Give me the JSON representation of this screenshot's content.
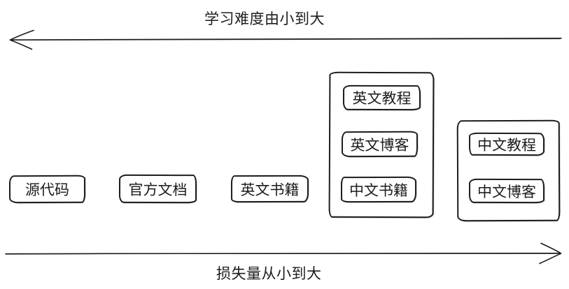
{
  "diagram": {
    "background_color": "#ffffff",
    "ink_color": "#1b1b1b",
    "top_axis": {
      "label": "学习难度由小到大",
      "arrow_direction": "left"
    },
    "bottom_axis": {
      "label": "损失量从小到大",
      "arrow_direction": "right"
    },
    "standalone_boxes": [
      {
        "label": "源代码"
      },
      {
        "label": "官方文档"
      },
      {
        "label": "英文书籍"
      }
    ],
    "groups": [
      {
        "items": [
          {
            "label": "英文教程"
          },
          {
            "label": "英文博客"
          },
          {
            "label": "中文书籍"
          }
        ]
      },
      {
        "items": [
          {
            "label": "中文教程"
          },
          {
            "label": "中文博客"
          }
        ]
      }
    ]
  }
}
